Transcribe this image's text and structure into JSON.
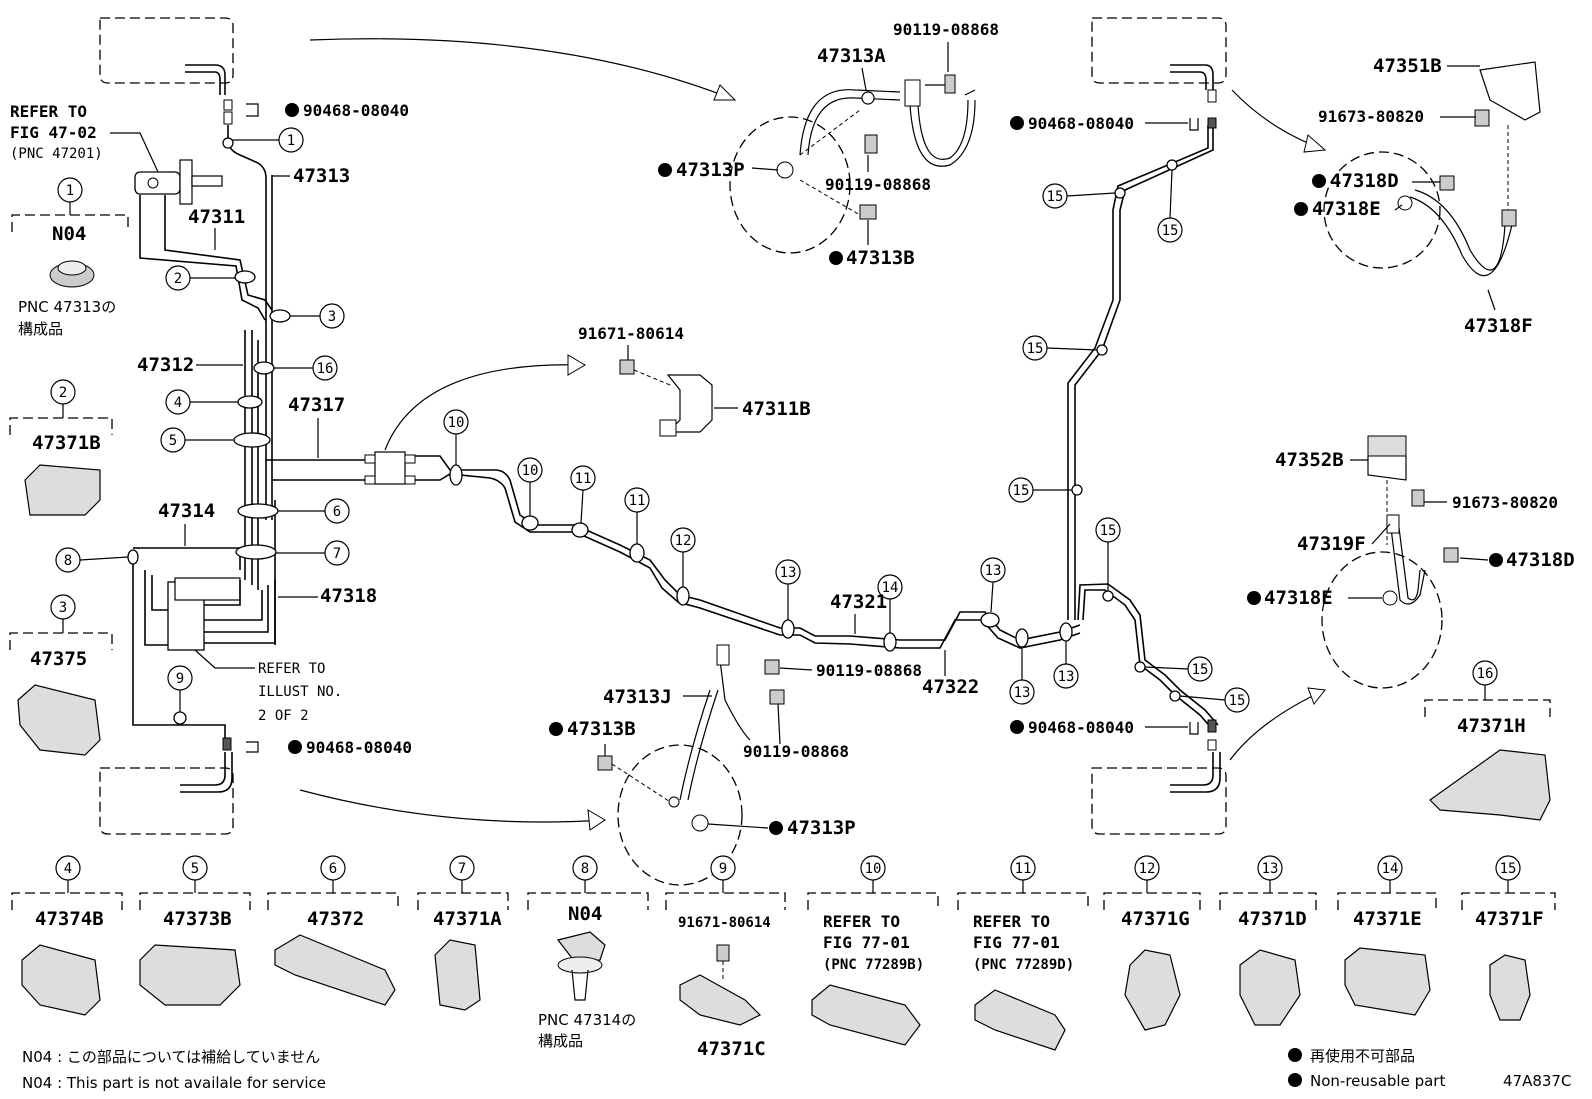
{
  "labels": {
    "refer_47_02_l1": "REFER TO",
    "refer_47_02_l2": "FIG 47-02",
    "refer_47_02_l3": "(PNC 47201)",
    "p47313": "47313",
    "p47311": "47311",
    "p47312": "47312",
    "p47317": "47317",
    "p47314": "47314",
    "p47318": "47318",
    "refer_illust_l1": "REFER TO",
    "refer_illust_l2": "ILLUST NO.",
    "refer_illust_l3": "2 OF 2",
    "p90468_a": "90468-08040",
    "p90468_b": "90468-08040",
    "p90468_c": "90468-08040",
    "p90468_d": "90468-08040",
    "p47313A": "47313A",
    "p90119_a": "90119-08868",
    "p90119_b": "90119-08868",
    "p90119_c": "90119-08868",
    "p90119_d": "90119-08868",
    "p47313P_a": "47313P",
    "p47313B_a": "47313B",
    "p91671_a": "91671-80614",
    "p47311B": "47311B",
    "p47321": "47321",
    "p47322": "47322",
    "p47313J": "47313J",
    "p47313B_b": "47313B",
    "p47313P_b": "47313P",
    "p47351B": "47351B",
    "p91673_a": "91673-80820",
    "p47318D_a": "47318D",
    "p47318E_a": "47318E",
    "p47318F": "47318F",
    "p47352B": "47352B",
    "p91673_b": "91673-80820",
    "p47319F": "47319F",
    "p47318D_b": "47318D",
    "p47318E_b": "47318E",
    "legend_nonreuse_jp": "再使用不可部品",
    "legend_nonreuse_en": "Non-reusable part",
    "figure_code": "47A837C",
    "n04_jp": "N04 : この部品については補給していません",
    "n04_en": "N04 : This part is not availale for service"
  },
  "callouts": {
    "c1": "1",
    "c2": "2",
    "c3": "3",
    "c4": "4",
    "c5": "5",
    "c6": "6",
    "c7": "7",
    "c8": "8",
    "c9": "9",
    "c10": "10",
    "c11": "11",
    "c12": "12",
    "c13": "13",
    "c14": "14",
    "c15": "15",
    "c16": "16"
  },
  "legend_boxes": {
    "b1": {
      "num": "1",
      "code": "N04",
      "note1": "PNC 47313の",
      "note2": "構成品"
    },
    "b2": {
      "num": "2",
      "code": "47371B"
    },
    "b3": {
      "num": "3",
      "code": "47375"
    },
    "b16": {
      "num": "16",
      "code": "47371H"
    },
    "b4": {
      "num": "4",
      "code": "47374B"
    },
    "b5": {
      "num": "5",
      "code": "47373B"
    },
    "b6": {
      "num": "6",
      "code": "47372"
    },
    "b7": {
      "num": "7",
      "code": "47371A"
    },
    "b8": {
      "num": "8",
      "code": "N04",
      "note1": "PNC 47314の",
      "note2": "構成品"
    },
    "b9": {
      "num": "9",
      "code": "91671-80614",
      "part": "47371C"
    },
    "b10": {
      "num": "10",
      "l1": "REFER TO",
      "l2": "FIG 77-01",
      "l3": "(PNC 77289B)"
    },
    "b11": {
      "num": "11",
      "l1": "REFER TO",
      "l2": "FIG 77-01",
      "l3": "(PNC 77289D)"
    },
    "b12": {
      "num": "12",
      "code": "47371G"
    },
    "b13": {
      "num": "13",
      "code": "47371D"
    },
    "b14": {
      "num": "14",
      "code": "47371E"
    },
    "b15": {
      "num": "15",
      "code": "47371F"
    }
  }
}
